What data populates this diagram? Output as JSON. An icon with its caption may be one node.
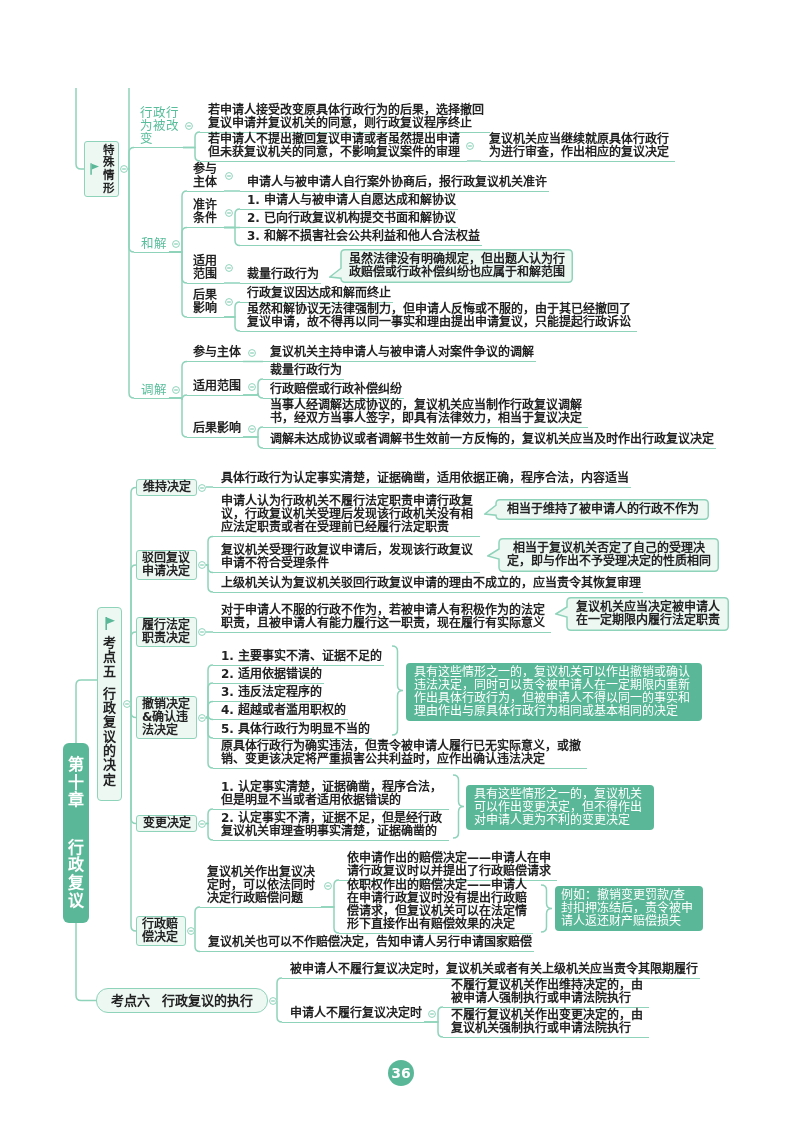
{
  "diagram": {
    "nodes": [
      {
        "text": [
          "特殊情形"
        ]
      },
      {
        "text": [
          "行政行为被改变"
        ]
      },
      {
        "text": [
          "若申请人接受改变原具体行政行为的后果，选择撤回复议申请并复议机关的同意，则行政复议程序终止"
        ]
      },
      {
        "text": [
          "若申请人不提出撤回复议申请或者虽然提出申请但未获复议机关的同意，不影响复议案件的审理"
        ]
      },
      {
        "text": [
          "复议机关应当继续就原具体行政行为进行审查，作出相应的复议决定"
        ]
      },
      {
        "text": [
          "和解"
        ]
      },
      {
        "text": [
          "参与主体"
        ]
      },
      {
        "text": [
          "申请人与被申请人自行案外协商后，报行政复议机关准许"
        ]
      },
      {
        "text": [
          "准许条件"
        ]
      },
      {
        "text": [
          "1. 申请人与被申请人自愿达成和解协议"
        ]
      },
      {
        "text": [
          "2. 已向行政复议机构提交书面和解协议"
        ]
      },
      {
        "text": [
          "3. 和解不损害社会公共利益和他人合法权益"
        ]
      },
      {
        "text": [
          "适用范围"
        ]
      },
      {
        "text": [
          "裁量行政行为"
        ]
      },
      {
        "text": [
          "虽然法律没有明确规定，但出题人认为行政赔偿或行政补偿纠纷也应属于和解范围"
        ]
      },
      {
        "text": [
          "后果影响"
        ]
      },
      {
        "text": [
          "行政复议因达成和解而终止"
        ]
      },
      {
        "text": [
          "虽然和解协议无法律强制力，但申请人反悔或不服的，由于其已经撤回了复议申请，故不得再以同一事实和理由提出申请复议，只能提起行政诉讼"
        ]
      },
      {
        "text": [
          "调解"
        ]
      },
      {
        "text": [
          "参与主体"
        ]
      },
      {
        "text": [
          "复议机关主持申请人与被申请人对案件争议的调解"
        ]
      },
      {
        "text": [
          "适用范围"
        ]
      },
      {
        "text": [
          "裁量行政行为"
        ]
      },
      {
        "text": [
          "行政赔偿或行政补偿纠纷"
        ]
      },
      {
        "text": [
          "后果影响"
        ]
      },
      {
        "text": [
          "当事人经调解达成协议的，复议机关应当制作行政复议调解书，经双方当事人签字，即具有法律效力，相当于复议决定"
        ]
      },
      {
        "text": [
          "调解未达成协议或者调解书生效前一方反悔的，复议机关应当及时作出行政复议决定"
        ]
      },
      {
        "text": [
          "第十章",
          "行政复议"
        ]
      },
      {
        "text": [
          "考点五",
          "行政复议的决定"
        ]
      },
      {
        "text": [
          "维持决定"
        ]
      },
      {
        "text": [
          "具体行政行为认定事实清楚，证据确凿，适用依据正确，程序合法，内容适当"
        ]
      },
      {
        "text": [
          "驳回复议申请决定"
        ]
      },
      {
        "text": [
          "申请人认为行政机关不履行法定职责申请行政复议，行政复议机关受理后发现该行政机关没有相应法定职责或者在受理前已经履行法定职责"
        ]
      },
      {
        "text": [
          "相当于维持了被申请人的行政不作为"
        ]
      },
      {
        "text": [
          "复议机关受理行政复议申请后，发现该行政复议申请不符合受理条件"
        ]
      },
      {
        "text": [
          "相当于复议机关否定了自己的受理决定，即与作出不予受理决定的性质相同"
        ]
      },
      {
        "text": [
          "上级机关认为复议机关驳回行政复议申请的理由不成立的，应当责令其恢复审理"
        ]
      },
      {
        "text": [
          "履行法定职责决定"
        ]
      },
      {
        "text": [
          "对于申请人不服的行政不作为，若被申请人有积极作为的法定职责，且被申请人有能力履行这一职责，现在履行有实际意义"
        ]
      },
      {
        "text": [
          "复议机关应当决定被申请人在一定期限内履行法定职责"
        ]
      },
      {
        "text": [
          "撤销决定&确认违法决定"
        ]
      },
      {
        "text": [
          "1. 主要事实不清、证据不足的"
        ]
      },
      {
        "text": [
          "2. 适用依据错误的"
        ]
      },
      {
        "text": [
          "3. 违反法定程序的"
        ]
      },
      {
        "text": [
          "4. 超越或者滥用职权的"
        ]
      },
      {
        "text": [
          "5. 具体行政行为明显不当的"
        ]
      },
      {
        "text": [
          "具有这些情形之一的，复议机关可以作出撤销或确认违法决定，同时可以责令被申请人在一定期限内重新作出具体行政行为，但被申请人不得以同一的事实和理由作出与原具体行政行为相同或基本相同的决定"
        ]
      },
      {
        "text": [
          "原具体行政行为确实违法，但责令被申请人履行已无实际意义，或撤销、变更该决定将严重损害公共利益时，应作出确认违法决定"
        ]
      },
      {
        "text": [
          "变更决定"
        ]
      },
      {
        "text": [
          "1. 认定事实清楚，证据确凿，程序合法，但是明显不当或者适用依据错误的"
        ]
      },
      {
        "text": [
          "具有这些情形之一的，复议机关可以作出变更决定，但不得作出对申请人更为不利的变更决定"
        ]
      },
      {
        "text": [
          "2. 认定事实不清，证据不足，但是经行政复议机关审理查明事实清楚，证据确凿的"
        ]
      },
      {
        "text": [
          "行政赔偿决定"
        ]
      },
      {
        "text": [
          "复议机关作出复议决定时，可以依法同时决定行政赔偿问题"
        ]
      },
      {
        "text": [
          "依申请作出的赔偿决定——申请人在申请行政复议时以并提出了行政赔偿请求"
        ]
      },
      {
        "text": [
          "依职权作出的赔偿决定——申请人在申请行政复议时没有提出行政赔偿请求，但复议机关可以在法定情形下直接作出有赔偿效果的决定"
        ]
      },
      {
        "text": [
          "例如：撤销变更罚款/查封扣押冻结后，责令被申请人返还财产赔偿损失"
        ]
      },
      {
        "text": [
          "复议机关也可以不作赔偿决定，告知申请人另行申请国家赔偿"
        ]
      },
      {
        "text": [
          "考点六",
          "行政复议的执行"
        ]
      },
      {
        "text": [
          "被申请人不履行复议决定时，复议机关或者有关上级机关应当责令其限期履行"
        ]
      },
      {
        "text": [
          "申请人不履行复议决定时"
        ]
      },
      {
        "text": [
          "不履行复议机关作出维持决定的，由被申请人强制执行或申请法院执行"
        ]
      },
      {
        "text": [
          "不履行复议机关作出变更决定的，由复议机关强制执行或申请法院执行"
        ]
      },
      {
        "text": [
          "36"
        ]
      }
    ],
    "edges": [
      {
        "from": null,
        "to": 0,
        "arrow": "none"
      },
      {
        "from": 0,
        "to": null,
        "arrow": "none"
      },
      {
        "from": 0,
        "to": 1,
        "arrow": "none"
      },
      {
        "from": 0,
        "to": 5,
        "arrow": "none"
      },
      {
        "from": 0,
        "to": 18,
        "arrow": "none"
      },
      {
        "from": 1,
        "to": 2,
        "arrow": "none"
      },
      {
        "from": 1,
        "to": 3,
        "arrow": "none"
      },
      {
        "from": 3,
        "to": 4,
        "arrow": "none"
      },
      {
        "from": 5,
        "to": 6,
        "arrow": "none"
      },
      {
        "from": 5,
        "to": 8,
        "arrow": "none"
      },
      {
        "from": 5,
        "to": 12,
        "arrow": "none"
      },
      {
        "from": 5,
        "to": 15,
        "arrow": "none"
      },
      {
        "from": 6,
        "to": 7,
        "arrow": "none"
      },
      {
        "from": 8,
        "to": 9,
        "arrow": "none"
      },
      {
        "from": 8,
        "to": 10,
        "arrow": "none"
      },
      {
        "from": 8,
        "to": 11,
        "arrow": "none"
      },
      {
        "from": 12,
        "to": 13,
        "arrow": "none"
      },
      {
        "from": 15,
        "to": 16,
        "arrow": "none"
      },
      {
        "from": 15,
        "to": 17,
        "arrow": "none"
      },
      {
        "from": 18,
        "to": 19,
        "arrow": "none"
      },
      {
        "from": 18,
        "to": 21,
        "arrow": "none"
      },
      {
        "from": 18,
        "to": 24,
        "arrow": "none"
      },
      {
        "from": 19,
        "to": 20,
        "arrow": "none"
      },
      {
        "from": 21,
        "to": 22,
        "arrow": "none"
      },
      {
        "from": 21,
        "to": 23,
        "arrow": "none"
      },
      {
        "from": 24,
        "to": 25,
        "arrow": "none"
      },
      {
        "from": 24,
        "to": 26,
        "arrow": "none"
      },
      {
        "from": 27,
        "to": 28,
        "arrow": "none"
      },
      {
        "from": 27,
        "to": 58,
        "arrow": "none"
      },
      {
        "from": 28,
        "to": 29,
        "arrow": "none"
      },
      {
        "from": 28,
        "to": 31,
        "arrow": "none"
      },
      {
        "from": 28,
        "to": 37,
        "arrow": "none"
      },
      {
        "from": 28,
        "to": 40,
        "arrow": "none"
      },
      {
        "from": 28,
        "to": 48,
        "arrow": "none"
      },
      {
        "from": 28,
        "to": 52,
        "arrow": "none"
      },
      {
        "from": 29,
        "to": 30,
        "arrow": "none"
      },
      {
        "from": 31,
        "to": 32,
        "arrow": "none"
      },
      {
        "from": 31,
        "to": 34,
        "arrow": "none"
      },
      {
        "from": 31,
        "to": 36,
        "arrow": "none"
      },
      {
        "from": 37,
        "to": 38,
        "arrow": "none"
      },
      {
        "from": 40,
        "to": 41,
        "arrow": "none"
      },
      {
        "from": 40,
        "to": 42,
        "arrow": "none"
      },
      {
        "from": 40,
        "to": 43,
        "arrow": "none"
      },
      {
        "from": 40,
        "to": 44,
        "arrow": "none"
      },
      {
        "from": 40,
        "to": 45,
        "arrow": "none"
      },
      {
        "from": 40,
        "to": 47,
        "arrow": "none"
      },
      {
        "from": 48,
        "to": 49,
        "arrow": "none"
      },
      {
        "from": 48,
        "to": 51,
        "arrow": "none"
      },
      {
        "from": 52,
        "to": 53,
        "arrow": "none"
      },
      {
        "from": 52,
        "to": 57,
        "arrow": "none"
      },
      {
        "from": 53,
        "to": 54,
        "arrow": "none"
      },
      {
        "from": 53,
        "to": 55,
        "arrow": "none"
      },
      {
        "from": 58,
        "to": 59,
        "arrow": "none"
      },
      {
        "from": 58,
        "to": 60,
        "arrow": "none"
      },
      {
        "from": 60,
        "to": 61,
        "arrow": "none"
      },
      {
        "from": 60,
        "to": 62,
        "arrow": "none"
      }
    ]
  }
}
